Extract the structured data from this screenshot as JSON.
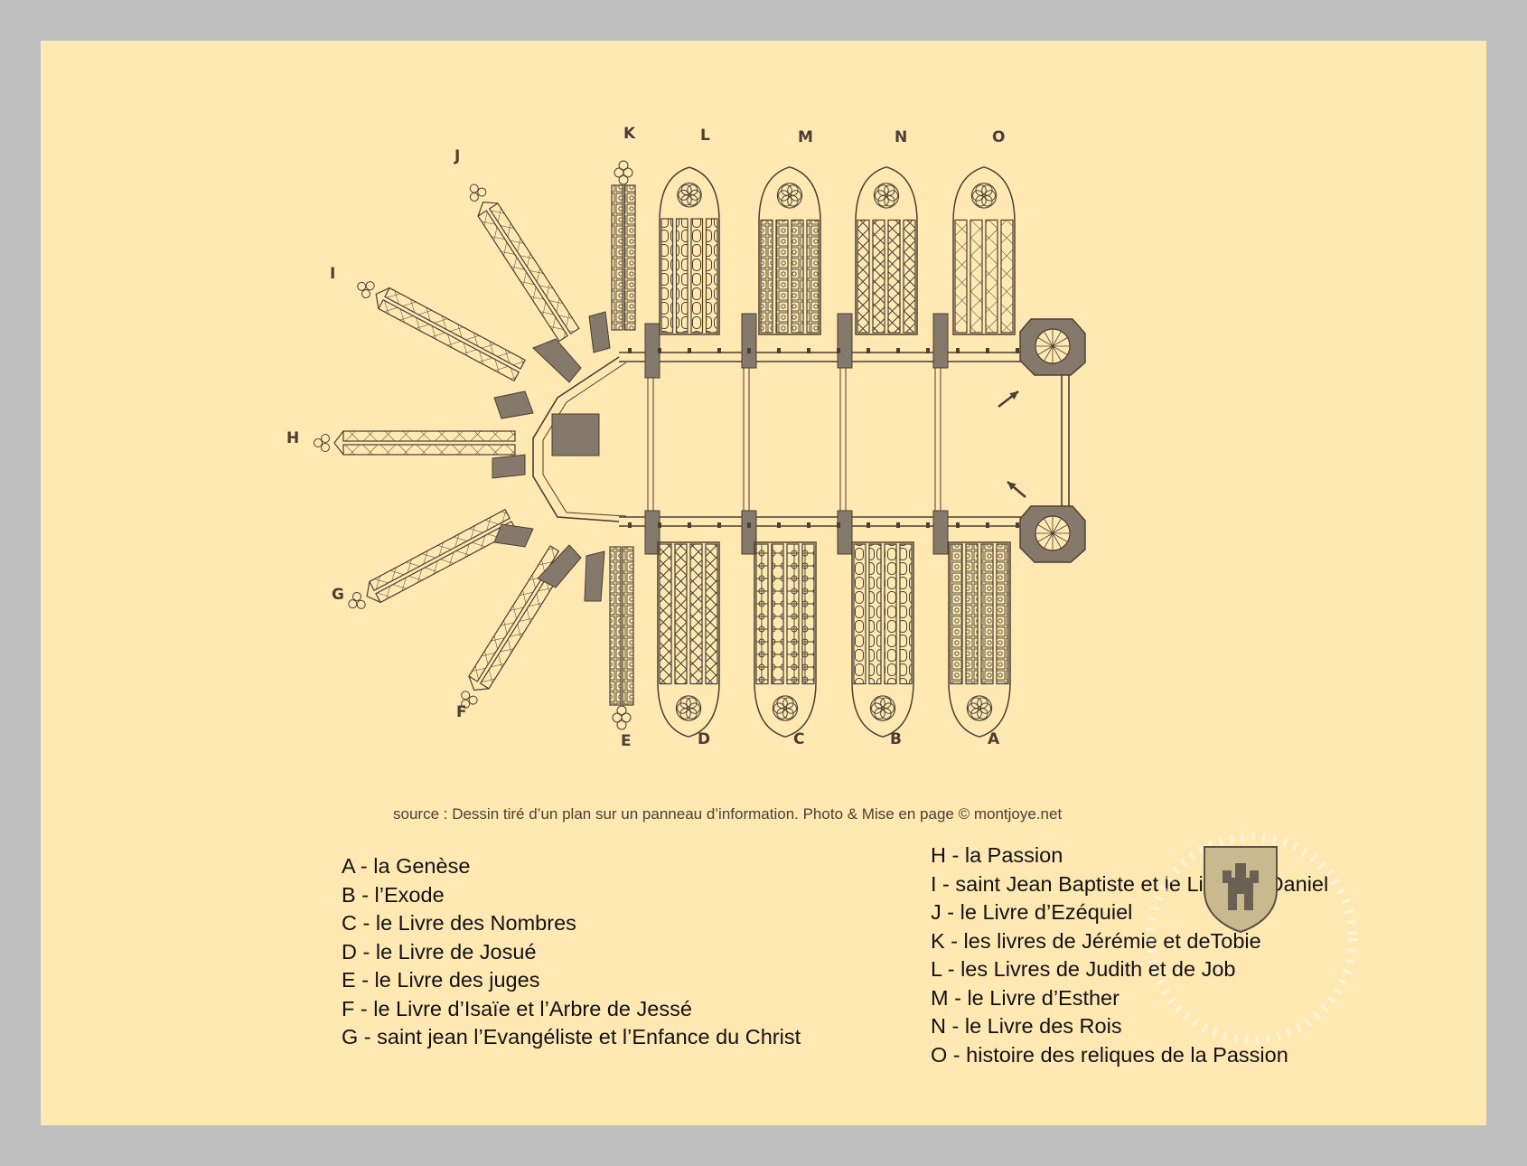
{
  "window_labels": {
    "north": [
      "K",
      "L",
      "M",
      "N",
      "O"
    ],
    "south": [
      "E",
      "D",
      "C",
      "B",
      "A"
    ],
    "apse": [
      "J",
      "I",
      "H",
      "G",
      "F"
    ]
  },
  "source": "source :  Dessin tiré d’un plan sur un panneau d’information. Photo & Mise en page © montjoye.net",
  "legend_left": [
    "A - la Genèse",
    "B - l’Exode",
    "C - le Livre des Nombres",
    "D - le Livre de Josué",
    "E - le Livre des juges",
    "F - le Livre d’Isaïe et l’Arbre de Jessé",
    "G - saint jean l’Evangéliste et l’Enfance du Christ"
  ],
  "legend_right": [
    "H - la Passion",
    " I - saint Jean Baptiste et le Livre de Daniel",
    "J - le Livre d’Ezéquiel",
    "K - les livres de Jérémie et deTobie",
    "L - les Livres de Judith et de Job",
    "M - le Livre d’Esther",
    "N - le Livre des Rois",
    "O - histoire des reliques de la Passion"
  ],
  "colors": {
    "background": "#ffe8b2",
    "frame": "#bfbfbf",
    "masonry": "#85796b",
    "line": "#4a3f33"
  },
  "icons": [
    "crest-icon",
    "arrow-icon",
    "spiral-stair-icon",
    "altar-icon"
  ]
}
